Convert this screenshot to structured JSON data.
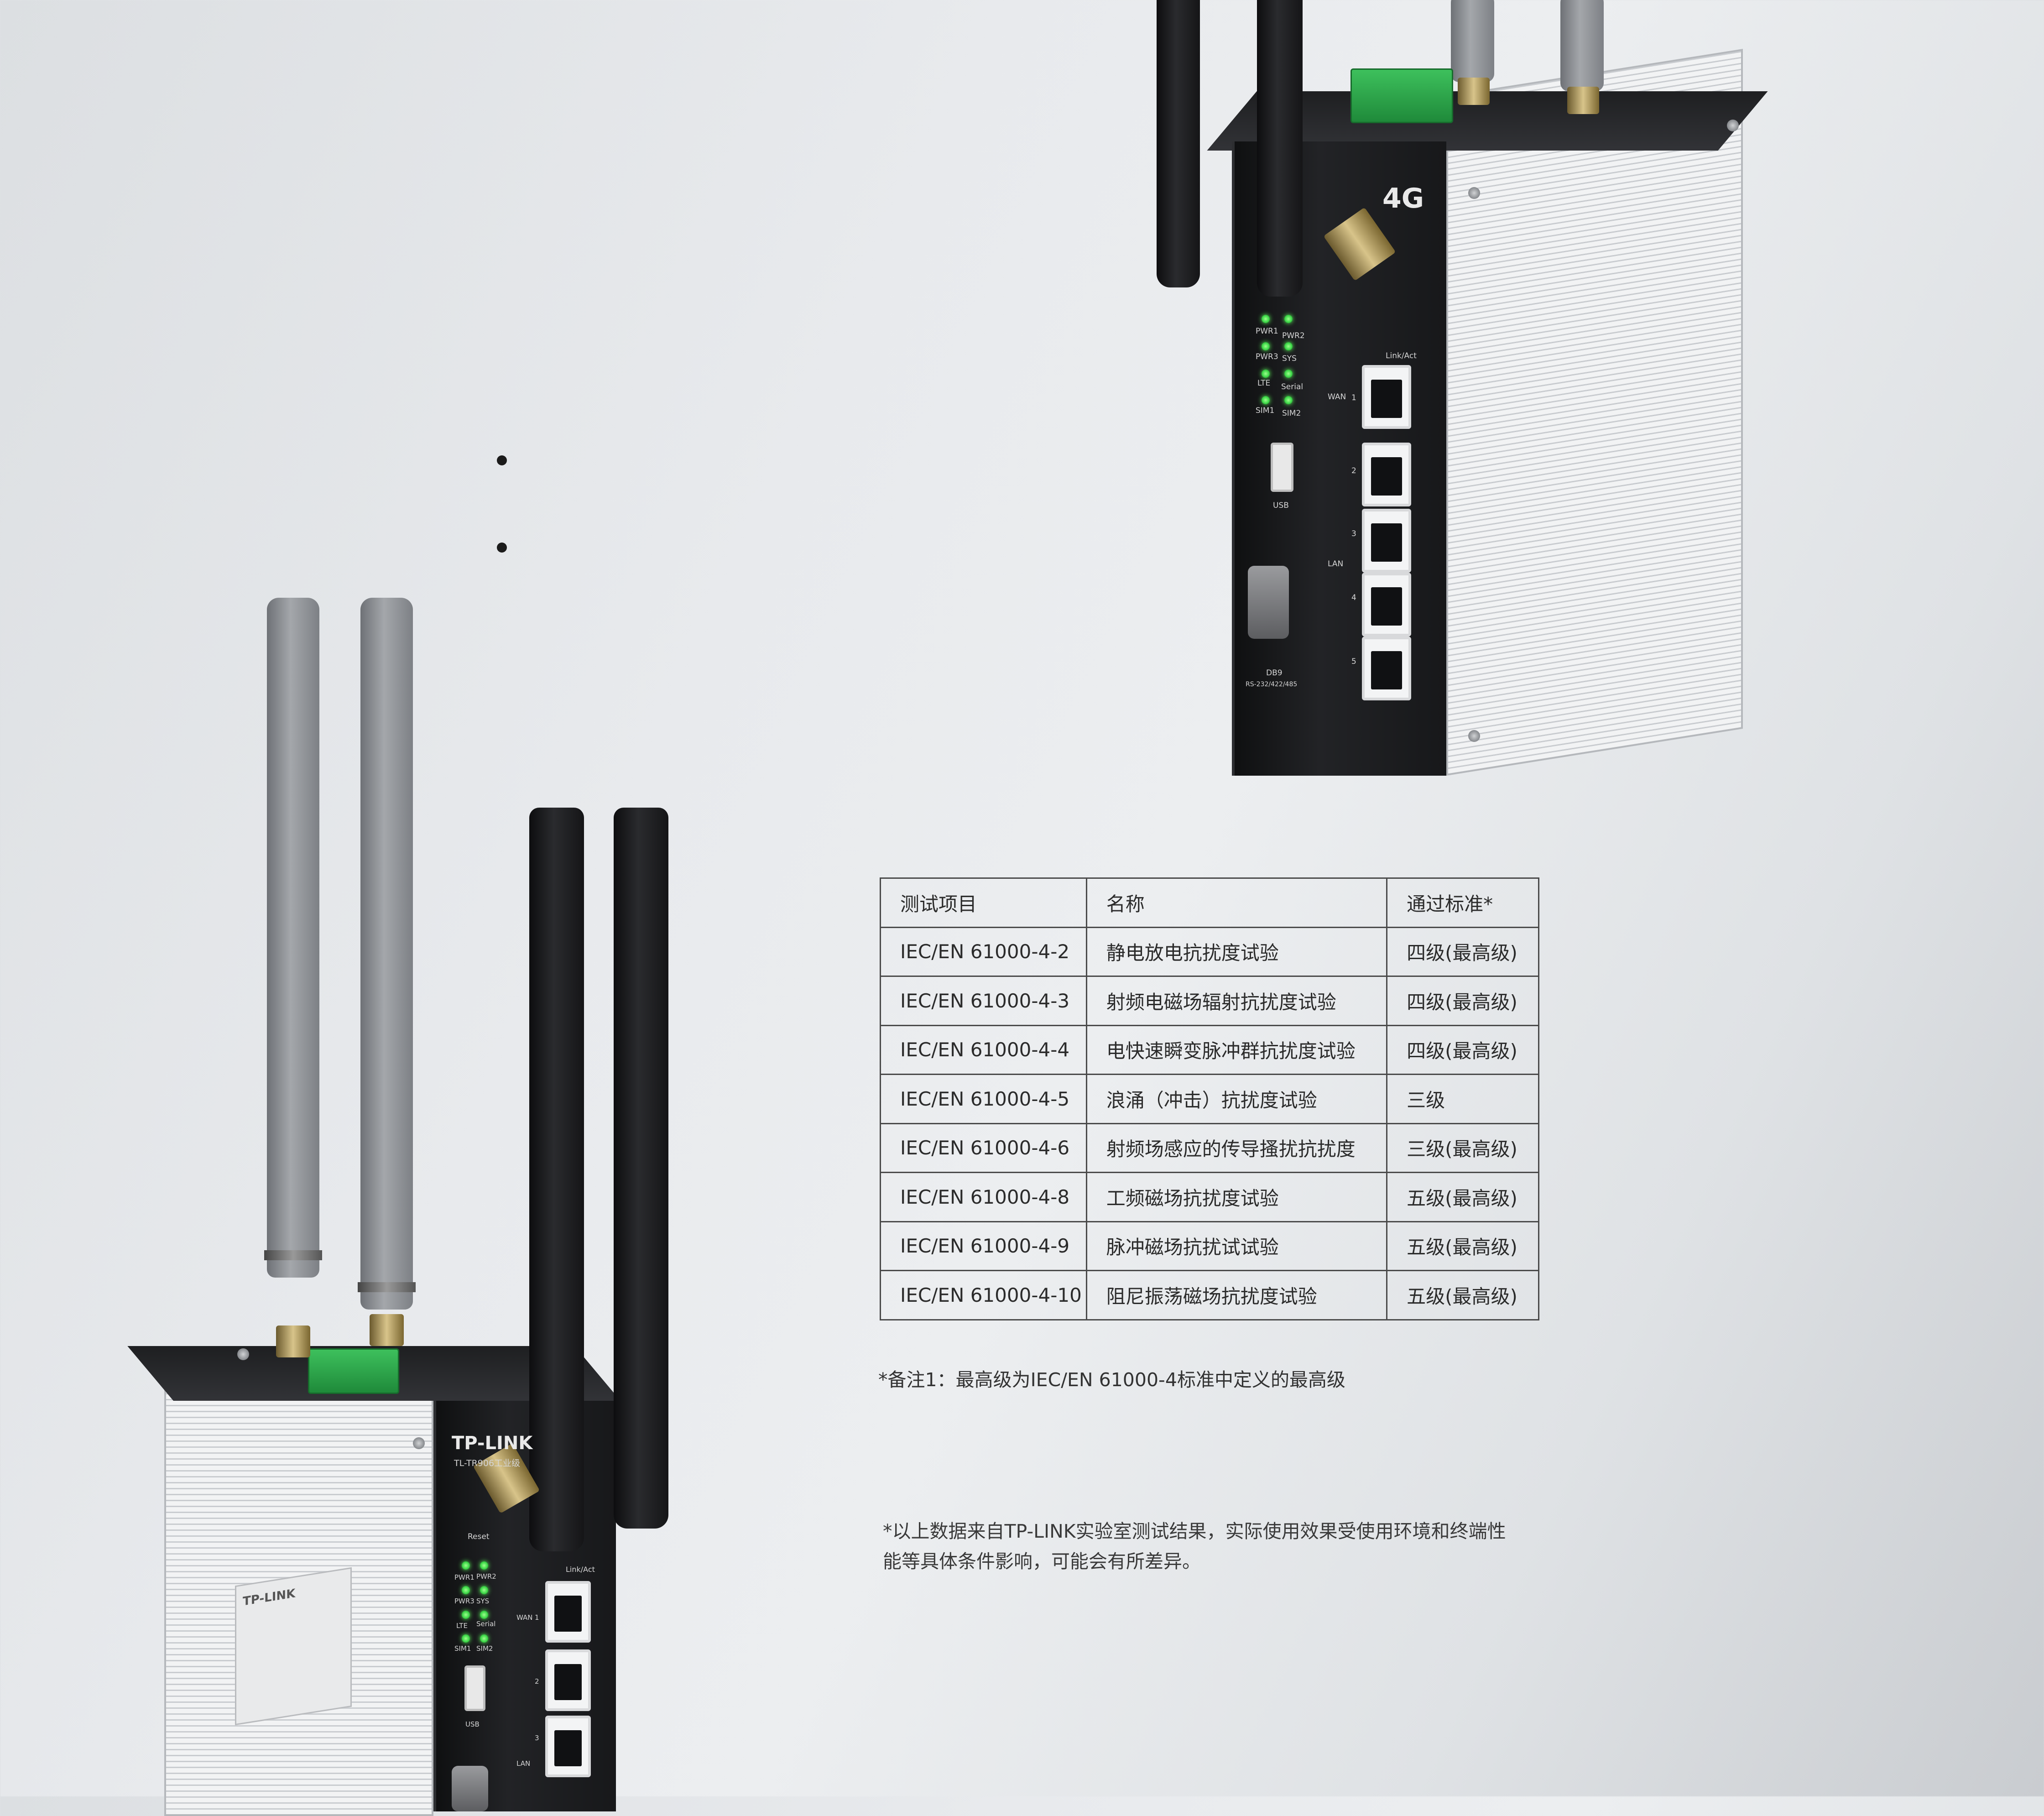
{
  "table": {
    "header": [
      "测试项目",
      "名称",
      "通过标准*"
    ],
    "rows": [
      [
        "IEC/EN 61000-4-2",
        "静电放电抗扰度试验",
        "四级(最高级)"
      ],
      [
        "IEC/EN 61000-4-3",
        "射频电磁场辐射抗扰度试验",
        "四级(最高级)"
      ],
      [
        "IEC/EN 61000-4-4",
        "电快速瞬变脉冲群抗扰度试验",
        "四级(最高级)"
      ],
      [
        "IEC/EN 61000-4-5",
        "浪涌（冲击）抗扰度试验",
        "三级"
      ],
      [
        "IEC/EN 61000-4-6",
        "射频场感应的传导搔扰抗扰度",
        "三级(最高级)"
      ],
      [
        "IEC/EN 61000-4-8",
        "工频磁场抗扰度试验",
        "五级(最高级)"
      ],
      [
        "IEC/EN 61000-4-9",
        "脉冲磁场抗扰试试验",
        "五级(最高级)"
      ],
      [
        "IEC/EN 61000-4-10",
        "阻尼振荡磁场抗扰度试验",
        "五级(最高级)"
      ]
    ]
  },
  "notes": {
    "note1": "*备注1：最高级为IEC/EN 61000-4标准中定义的最高级",
    "disclaimer_line1": "*以上数据来自TP-LINK实验室测试结果，实际使用效果受使用环境和终端性",
    "disclaimer_line2": "能等具体条件影响，可能会有所差异。"
  },
  "device_top": {
    "badge": "4G",
    "leds": [
      "PWR1",
      "PWR2",
      "PWR3",
      "SYS",
      "LTE",
      "Serial",
      "SIM1",
      "SIM2"
    ],
    "port_header": "Link/Act",
    "wan_label": "WAN",
    "wan_port": "1",
    "lan_label": "LAN",
    "lan_ports": [
      "2",
      "3",
      "4",
      "5"
    ],
    "usb_label": "USB",
    "serial_label": "DB9",
    "serial_sub": "RS-232/422/485"
  },
  "device_bottom": {
    "brand": "TP-LINK",
    "model": "TL-TR906工业级",
    "reset_label": "Reset",
    "leds": [
      "PWR1",
      "PWR2",
      "PWR3",
      "SYS",
      "LTE",
      "Serial",
      "SIM1",
      "SIM2"
    ],
    "port_header": "Link/Act",
    "wan_label": "WAN",
    "wan_port": "1",
    "lan_label": "LAN",
    "lan_ports": [
      "2",
      "3"
    ],
    "usb_label": "USB",
    "side_label_brand": "TP-LINK"
  },
  "colors": {
    "led_green": "#3fd94a",
    "table_border": "#4a4a4a",
    "terminal_green": "#2fae4d"
  }
}
